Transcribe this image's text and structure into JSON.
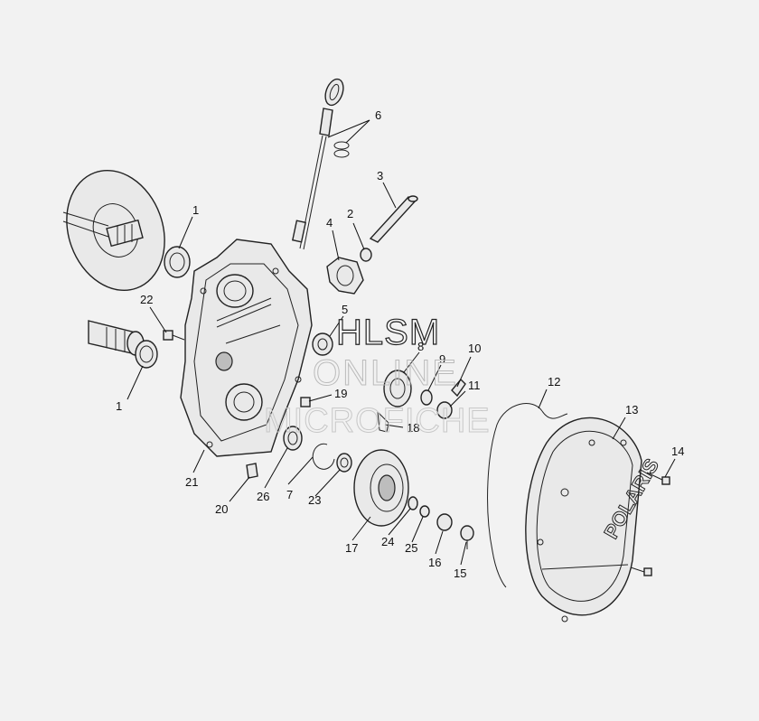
{
  "callouts": {
    "c1a": "1",
    "c1b": "1",
    "c2": "2",
    "c3": "3",
    "c4": "4",
    "c5": "5",
    "c6": "6",
    "c7": "7",
    "c8": "8",
    "c9": "9",
    "c10": "10",
    "c11": "11",
    "c12": "12",
    "c13": "13",
    "c14": "14",
    "c15": "15",
    "c16": "16",
    "c17": "17",
    "c18": "18",
    "c19": "19",
    "c20": "20",
    "c21": "21",
    "c22": "22",
    "c23": "23",
    "c24": "24",
    "c25": "25",
    "c26": "26"
  },
  "watermark": {
    "line1": "HLSM",
    "line2": "ONLINE",
    "line3": "MICROFICHE"
  },
  "cover_brand": "POLARIS"
}
